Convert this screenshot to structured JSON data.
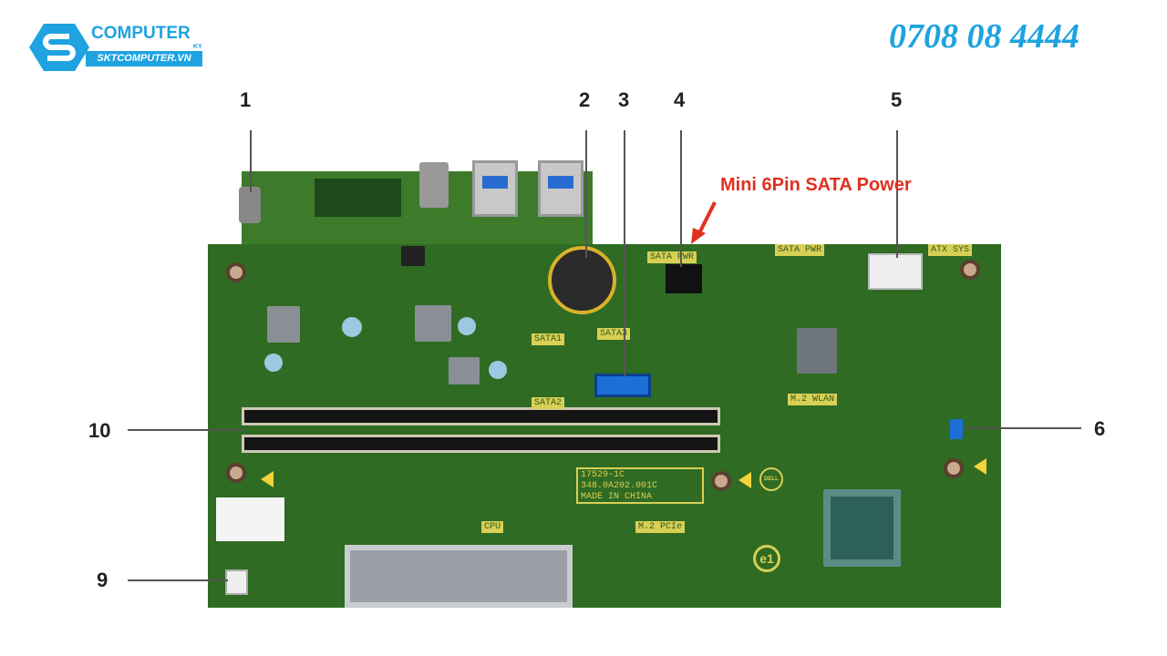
{
  "logo": {
    "brand": "COMPUTER",
    "suffix": "KY",
    "site": "SKTCOMPUTER.VN",
    "color": "#1ea3e0"
  },
  "phone": "0708 08 4444",
  "callouts": [
    {
      "id": "1",
      "label": "1"
    },
    {
      "id": "2",
      "label": "2"
    },
    {
      "id": "3",
      "label": "3"
    },
    {
      "id": "4",
      "label": "4"
    },
    {
      "id": "5",
      "label": "5"
    },
    {
      "id": "6",
      "label": "6"
    },
    {
      "id": "9",
      "label": "9"
    },
    {
      "id": "10",
      "label": "10"
    }
  ],
  "annotation": {
    "text": "Mini 6Pin SATA Power",
    "color": "#e03020"
  },
  "silkscreen": {
    "sata_pwr_1": "SATA PWR",
    "sata_pwr_2": "SATA PWR",
    "atx_sys": "ATX SYS",
    "sata1": "SATA1",
    "sata2": "SATA2",
    "sata3": "SATA3",
    "m2_wlan": "M.2 WLAN",
    "m2_pcie": "M.2 PCIe",
    "cpu": "CPU",
    "board_id": "17529-1C",
    "part_no": "348.0A202.001C",
    "made_in": "MADE IN CHINA",
    "dell": "DELL",
    "e1": "e1"
  }
}
